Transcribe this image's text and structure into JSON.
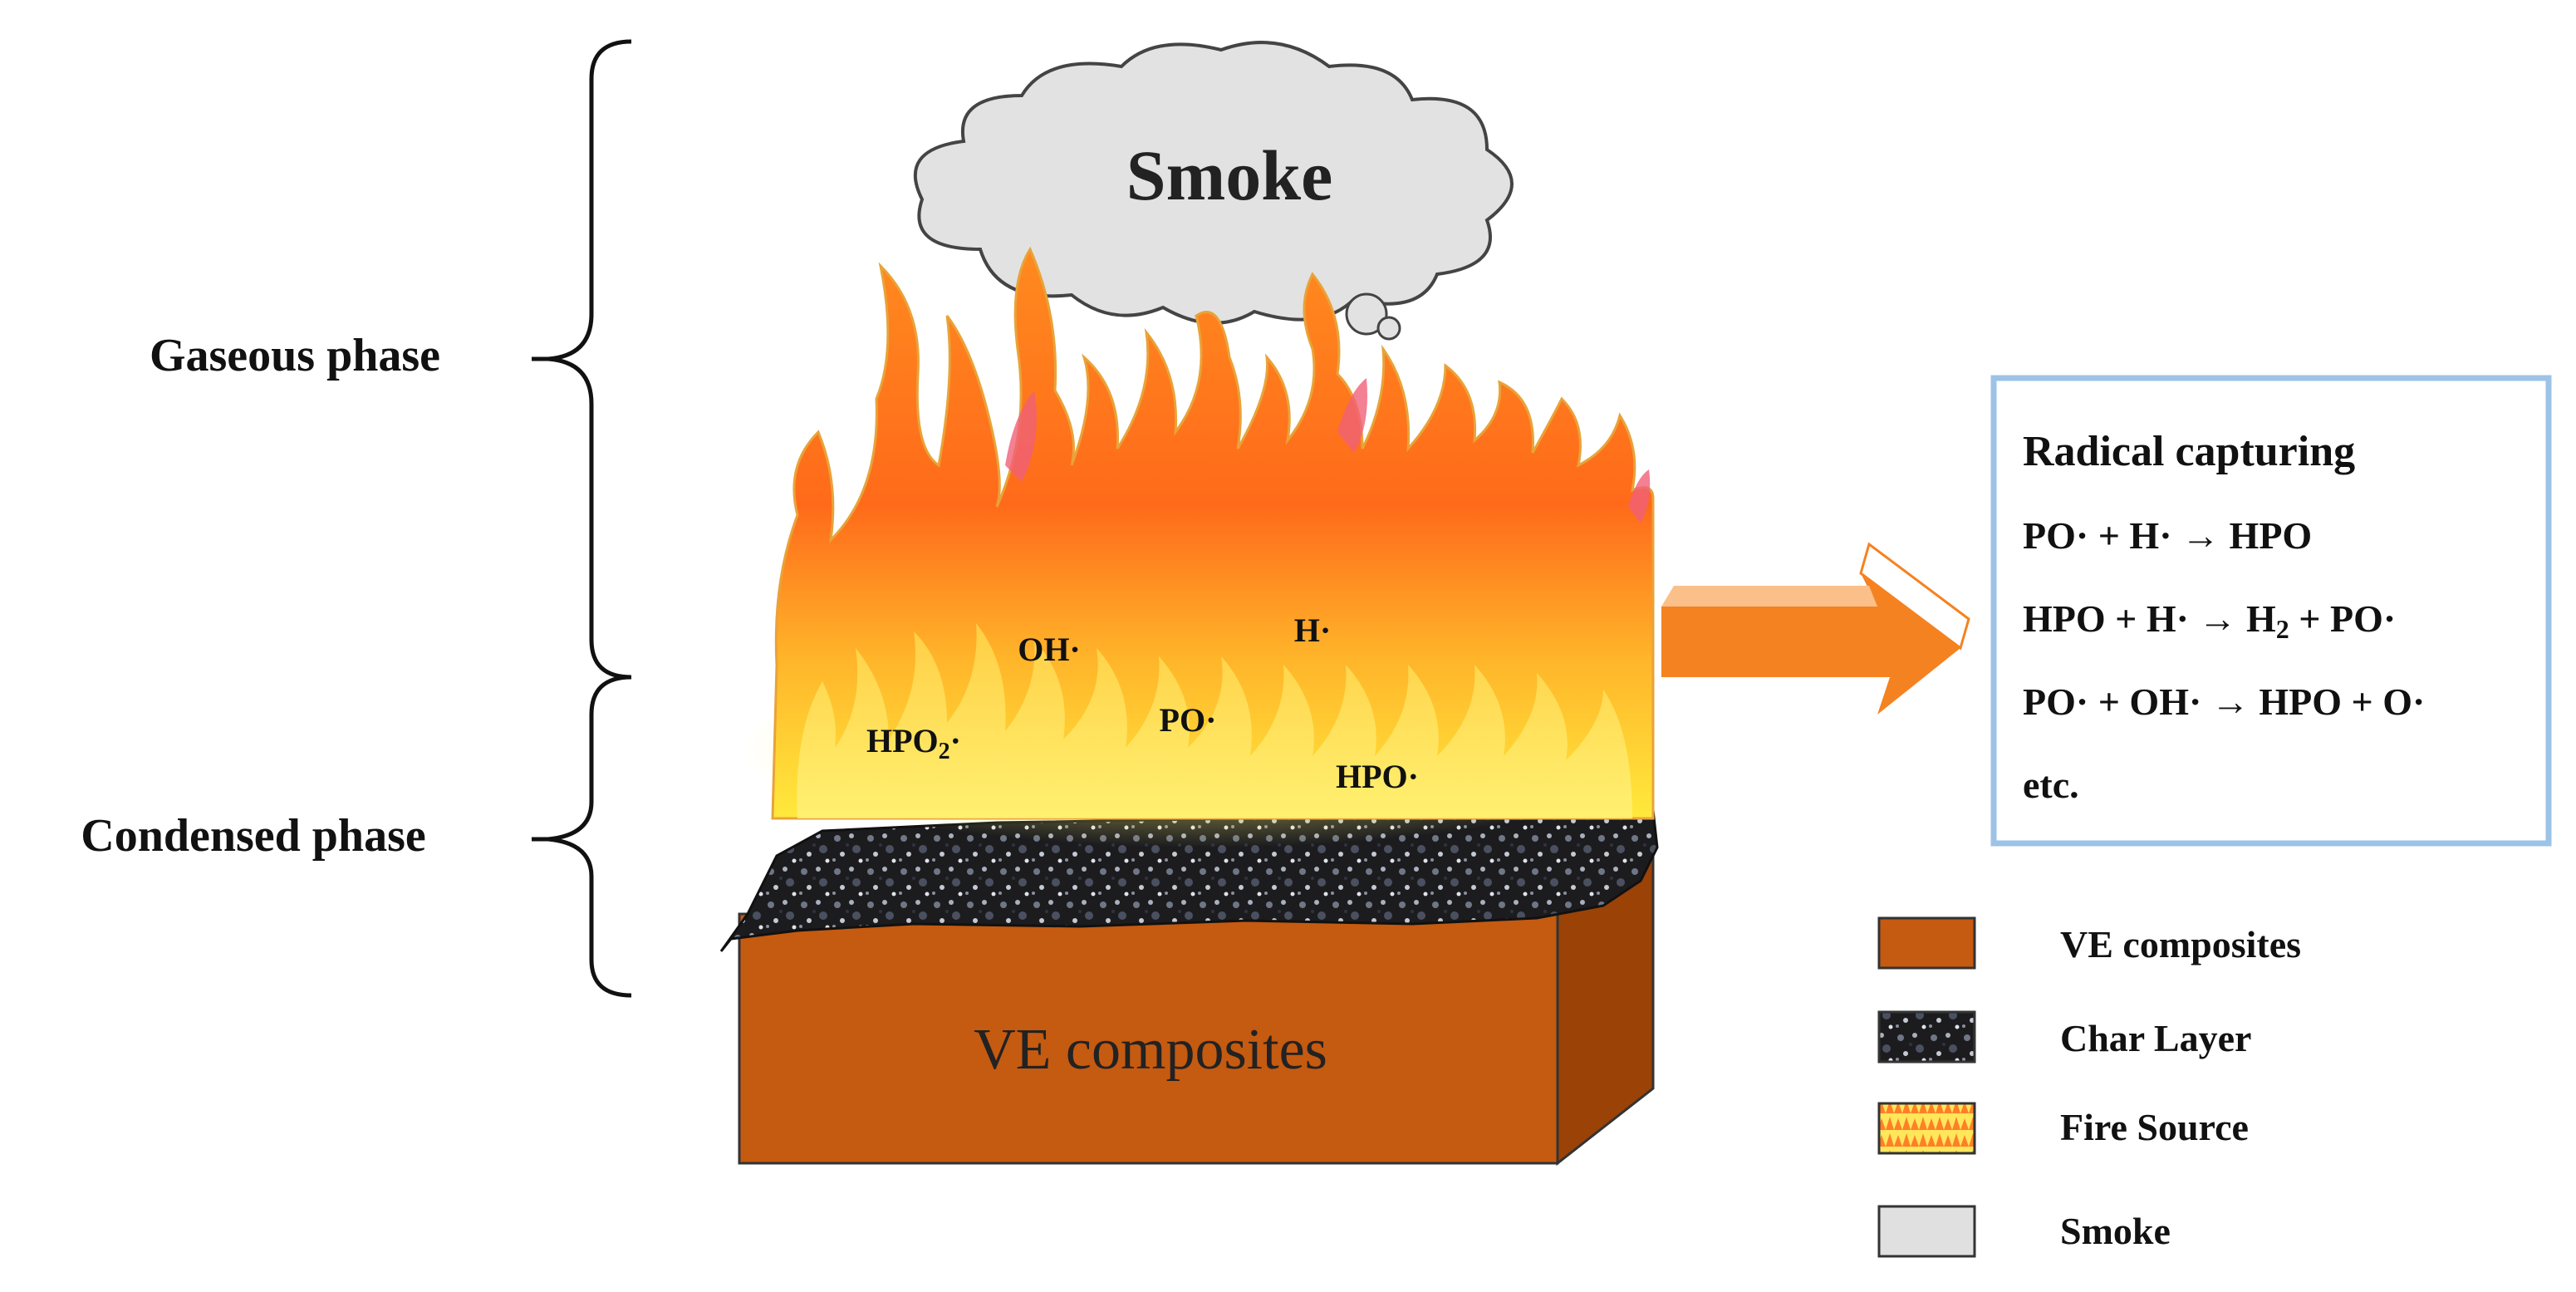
{
  "phases": {
    "gaseous": "Gaseous phase",
    "condensed": "Condensed  phase"
  },
  "smoke_label": "Smoke",
  "block_label": "VE composites",
  "radicals": {
    "oh": "OH·",
    "h": "H·",
    "hpo2": "HPO",
    "hpo2_sub": "2",
    "hpo2_dot": "·",
    "po": "PO·",
    "hpo": "HPO·"
  },
  "capture_box": {
    "title": "Radical capturing",
    "eq1": "PO· + H· → HPO",
    "eq2_a": "HPO + H· → H",
    "eq2_sub": "2",
    "eq2_b": " + PO·",
    "eq3": "PO· + OH· → HPO + O·",
    "etc": "etc."
  },
  "legend": [
    {
      "label": "VE composites",
      "icon": "ve-composite-swatch"
    },
    {
      "label": "Char Layer",
      "icon": "char-layer-swatch"
    },
    {
      "label": "Fire Source",
      "icon": "fire-source-swatch"
    },
    {
      "label": "Smoke",
      "icon": "smoke-swatch"
    }
  ],
  "colors": {
    "composite": "#c55a11",
    "composite_side": "#8f3c06",
    "flame_outer": "#ff7f27",
    "flame_yellow": "#ffe03b",
    "arrow": "#f58220",
    "box_border": "#9dc3e6",
    "smoke": "#e0e0e0"
  }
}
